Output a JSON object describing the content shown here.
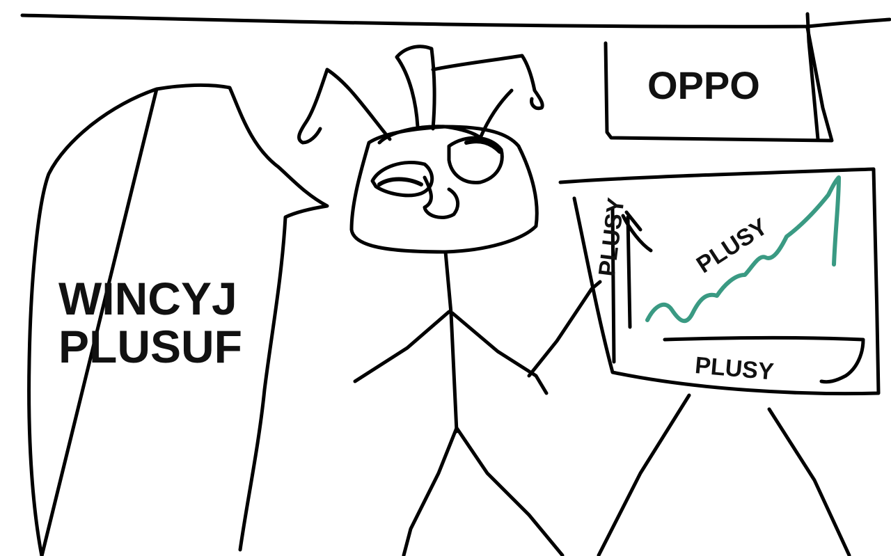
{
  "speech_bubble": {
    "line1": "WINCYJ",
    "line2": "PLUSUF"
  },
  "sign": {
    "label": "OPPO"
  },
  "board": {
    "y_axis_label": "PLUSY",
    "x_axis_label": "PLUSY",
    "trend_label": "PLUSY",
    "trend_color": "#3a9a83"
  },
  "ink_color": "#000000"
}
